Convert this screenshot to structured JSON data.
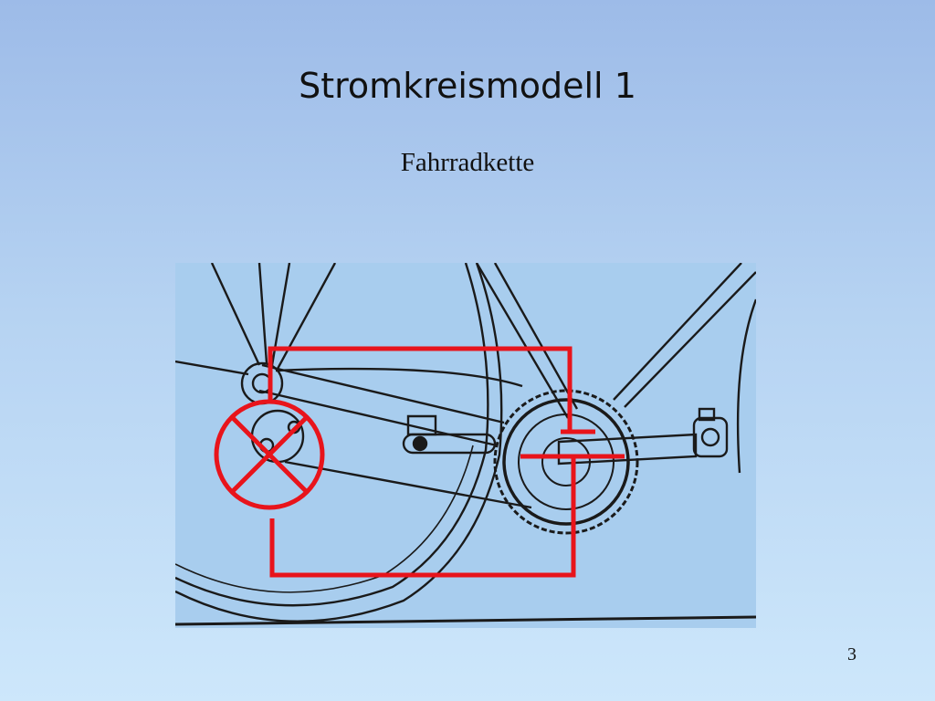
{
  "slide": {
    "title": "Stromkreismodell 1",
    "subtitle": "Fahrradkette",
    "page_number": "3"
  },
  "colors": {
    "circuit": "#e8141b",
    "drawing": "#1a1a1a",
    "figure_background": "#a8cdee"
  },
  "figure": {
    "description_icon": "bicycle-chain-drivetrain-drawing",
    "lamp_symbol": "crossed-circle-lamp-icon"
  }
}
